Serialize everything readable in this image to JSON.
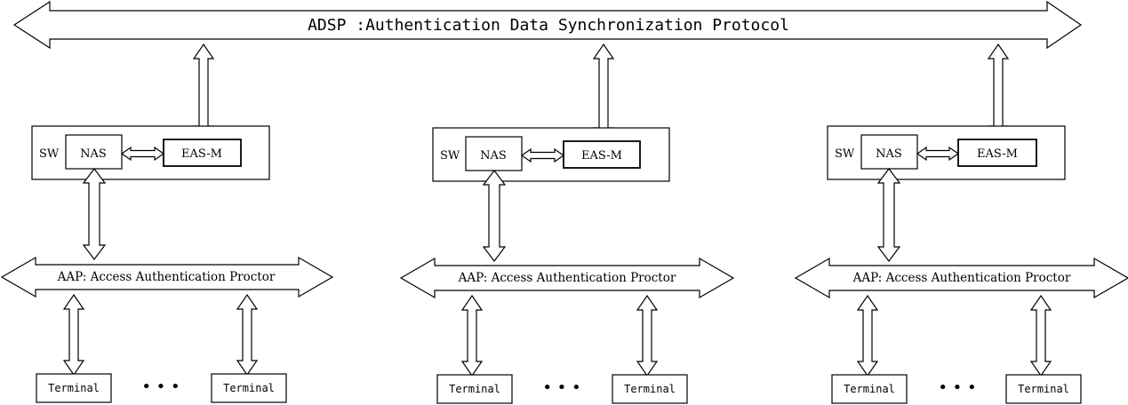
{
  "adsp_bus": {
    "label": "ADSP :Authentication Data Synchronization Protocol"
  },
  "domains": [
    {
      "sw_label": "SW",
      "nas_label": "NAS",
      "easm_label": "EAS-M",
      "aap_label": "AAP: Access Authentication Proctor",
      "terminals": [
        "Terminal",
        "Terminal"
      ],
      "ellipsis": "• • •"
    },
    {
      "sw_label": "SW",
      "nas_label": "NAS",
      "easm_label": "EAS-M",
      "aap_label": "AAP: Access Authentication Proctor",
      "terminals": [
        "Terminal",
        "Terminal"
      ],
      "ellipsis": "• • •"
    },
    {
      "sw_label": "SW",
      "nas_label": "NAS",
      "easm_label": "EAS-M",
      "aap_label": "AAP: Access Authentication Proctor",
      "terminals": [
        "Terminal",
        "Terminal"
      ],
      "ellipsis": "• • •"
    }
  ]
}
